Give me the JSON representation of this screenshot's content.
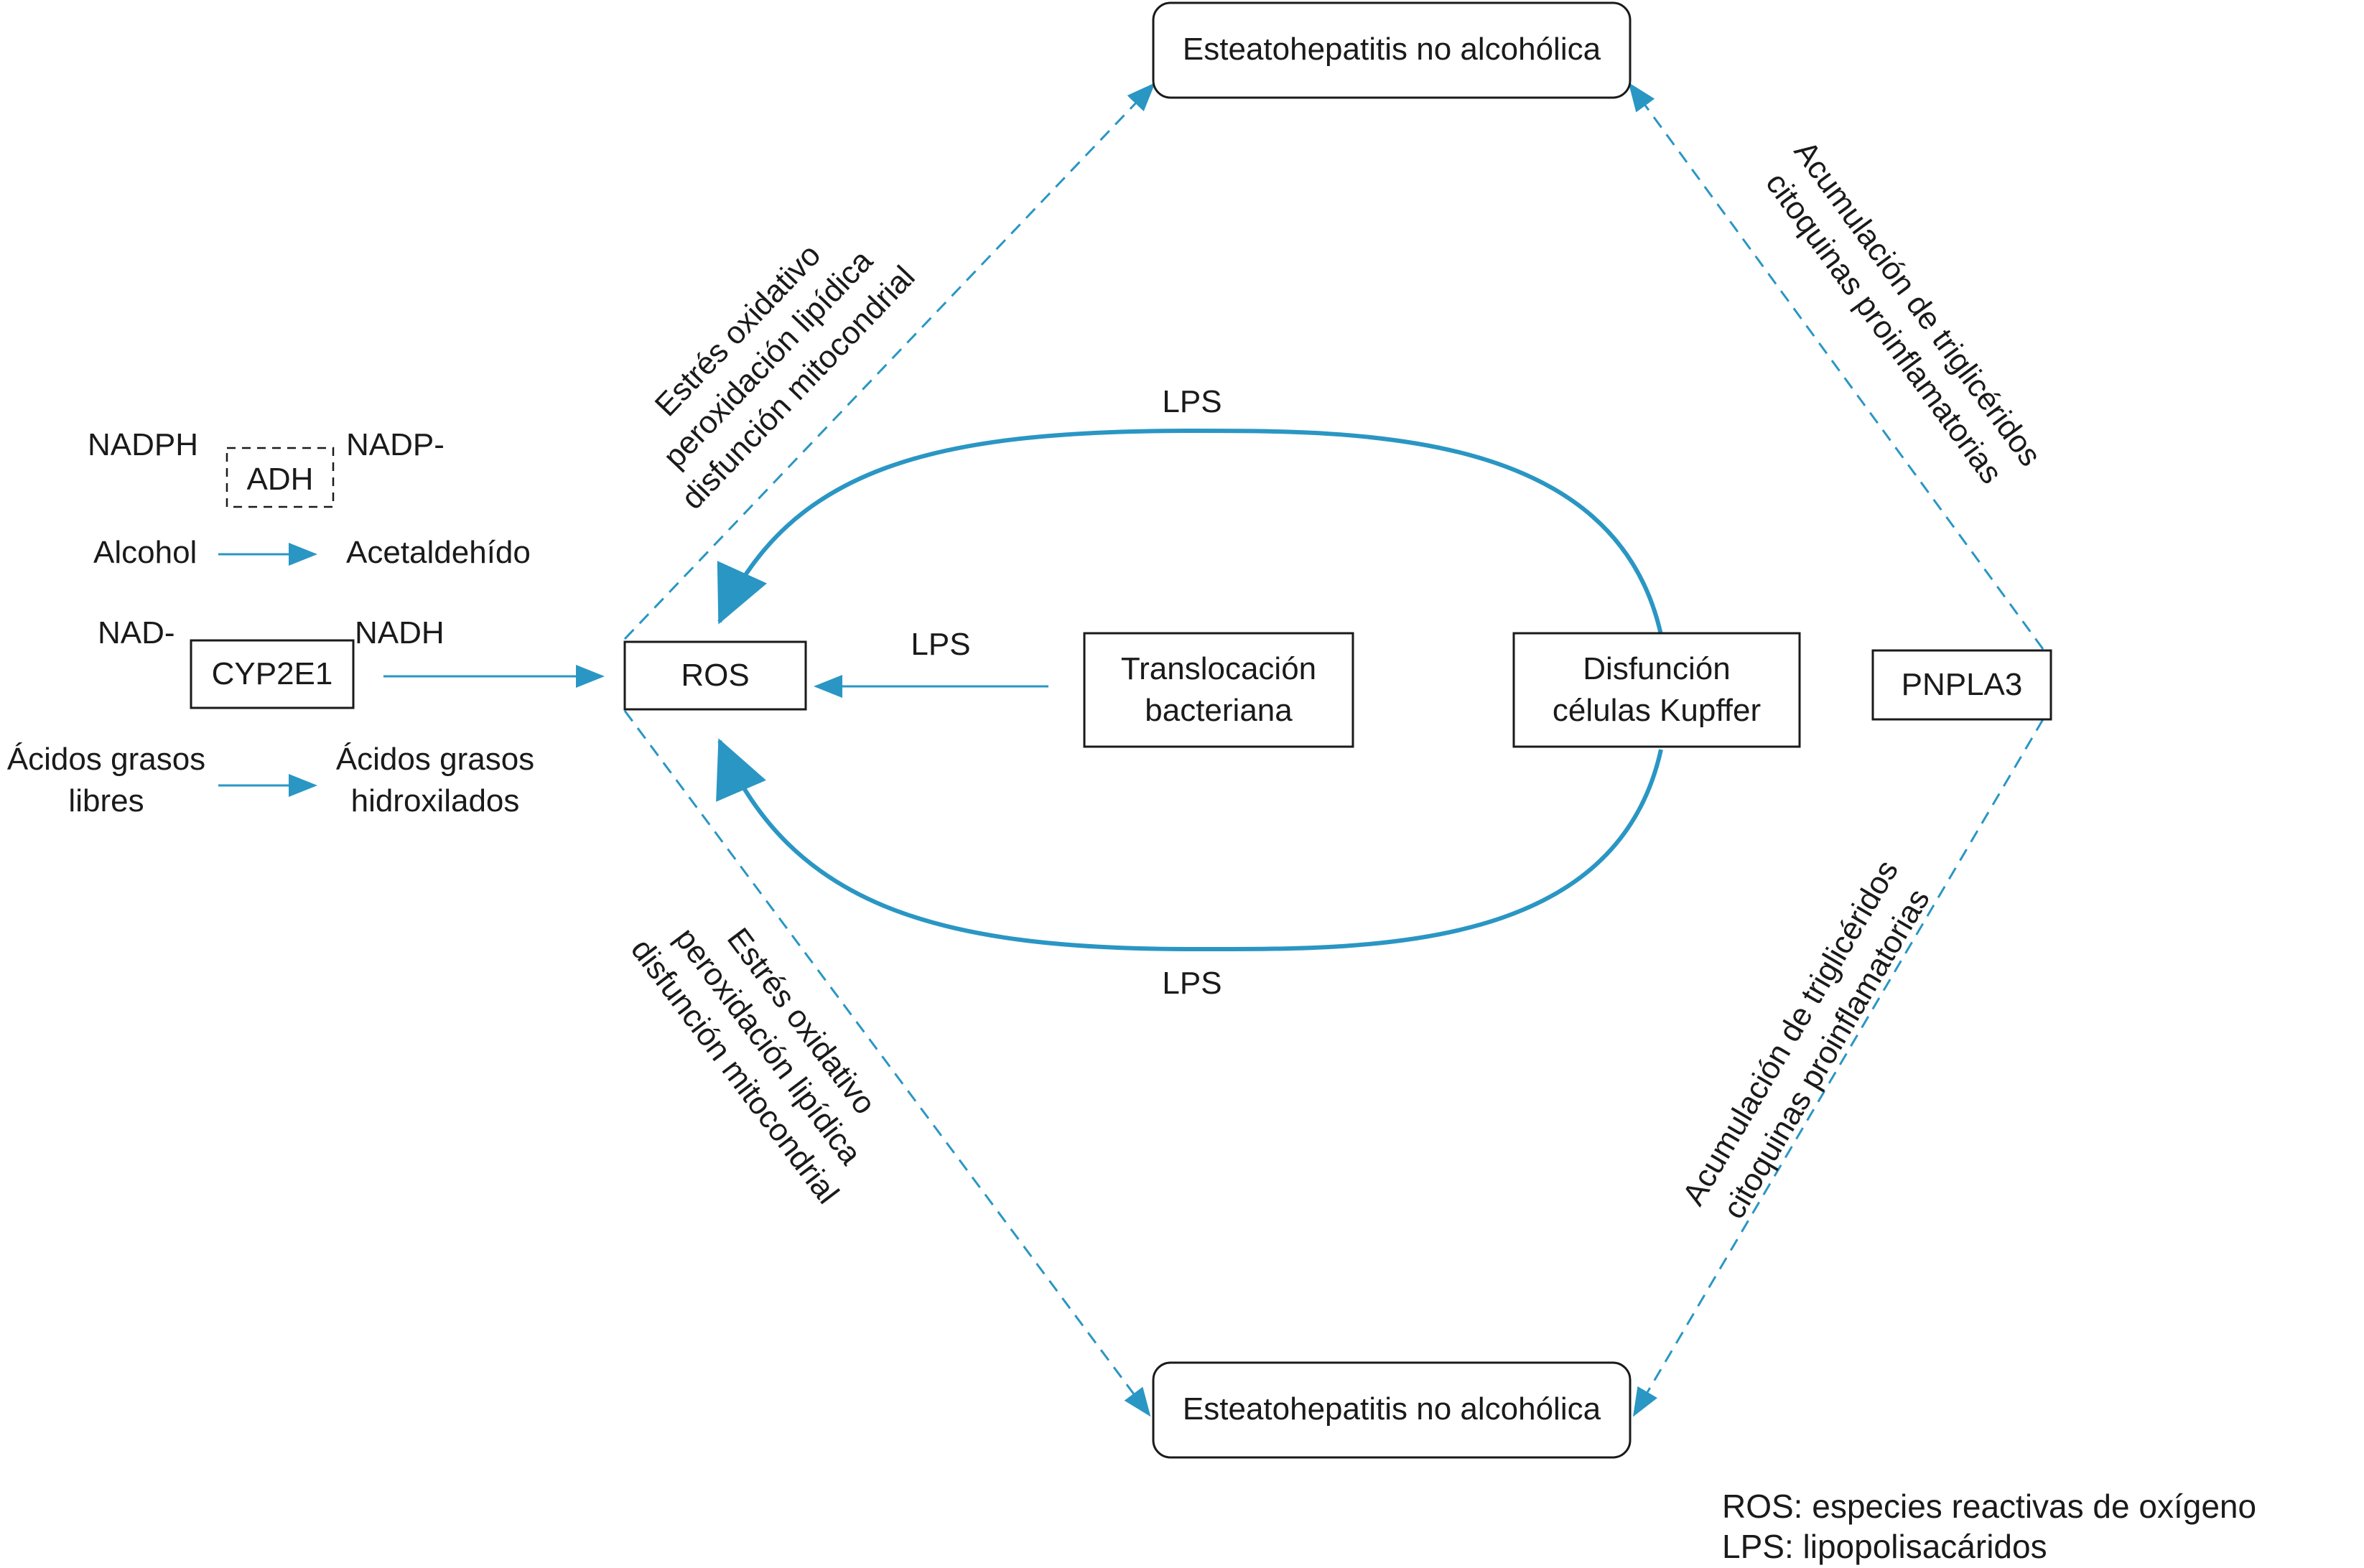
{
  "colors": {
    "arrow": "#2a96c4",
    "text": "#1a1a1a",
    "box": "#1a1a1a"
  },
  "nodes": {
    "nash_top": "Esteatohepatitis no alcohólica",
    "nash_bottom": "Esteatohepatitis no alcohólica",
    "ros": "ROS",
    "translocacion": [
      "Translocación",
      "bacteriana"
    ],
    "kupffer": [
      "Disfunción",
      "células Kupffer"
    ],
    "pnpla3": "PNPLA3",
    "adh": "ADH",
    "cyp2e1": "CYP2E1"
  },
  "metabolism": {
    "nadph": "NADPH",
    "nadp": "NADP-",
    "alcohol": "Alcohol",
    "acetaldehido": "Acetaldehído",
    "nad": "NAD-",
    "nadh": "NADH",
    "acidos_libres": [
      "Ácidos grasos",
      "libres"
    ],
    "acidos_hidroxilados": [
      "Ácidos grasos",
      "hidroxilados"
    ]
  },
  "edge_labels": {
    "lps_top": "LPS",
    "lps_middle": "LPS",
    "lps_bottom": "LPS",
    "oxidative_top": [
      "Estrés oxidativo",
      "peroxidación lipídica",
      "disfunción mitocondrial"
    ],
    "oxidative_bottom": [
      "Estrés oxidativo",
      "peroxidación lipídica",
      "disfunción mitocondrial"
    ],
    "accumulation_top": [
      "Acumulación de triglicéridos",
      "citoquinas proinflamatorias"
    ],
    "accumulation_bottom": [
      "Acumulación de triglicéridos",
      "citoquinas proinflamatorias"
    ]
  },
  "legend": {
    "ros": "ROS: especies reactivas de oxígeno",
    "lps": "LPS: lipopolisacáridos"
  }
}
